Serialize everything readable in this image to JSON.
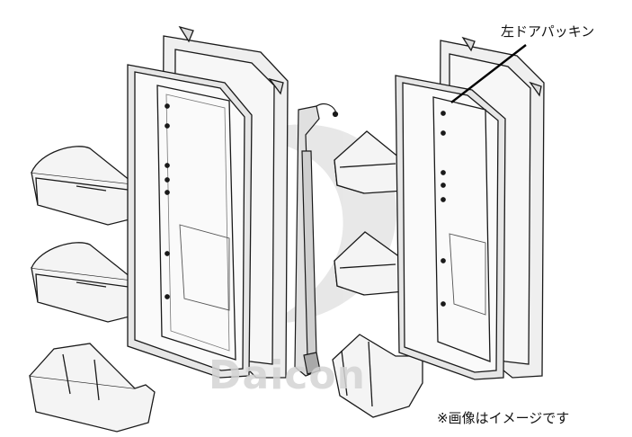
{
  "diagram": {
    "callout_label": "左ドアパッキン",
    "note": "※画像はイメージです",
    "watermark_text": "Daicon",
    "colors": {
      "line": "#1a1a1a",
      "bin_fill": "#f2f2f2",
      "frame_fill": "#ececec",
      "gasket_fill": "#d9d9d9",
      "watermark": "#cfcfcf"
    }
  }
}
